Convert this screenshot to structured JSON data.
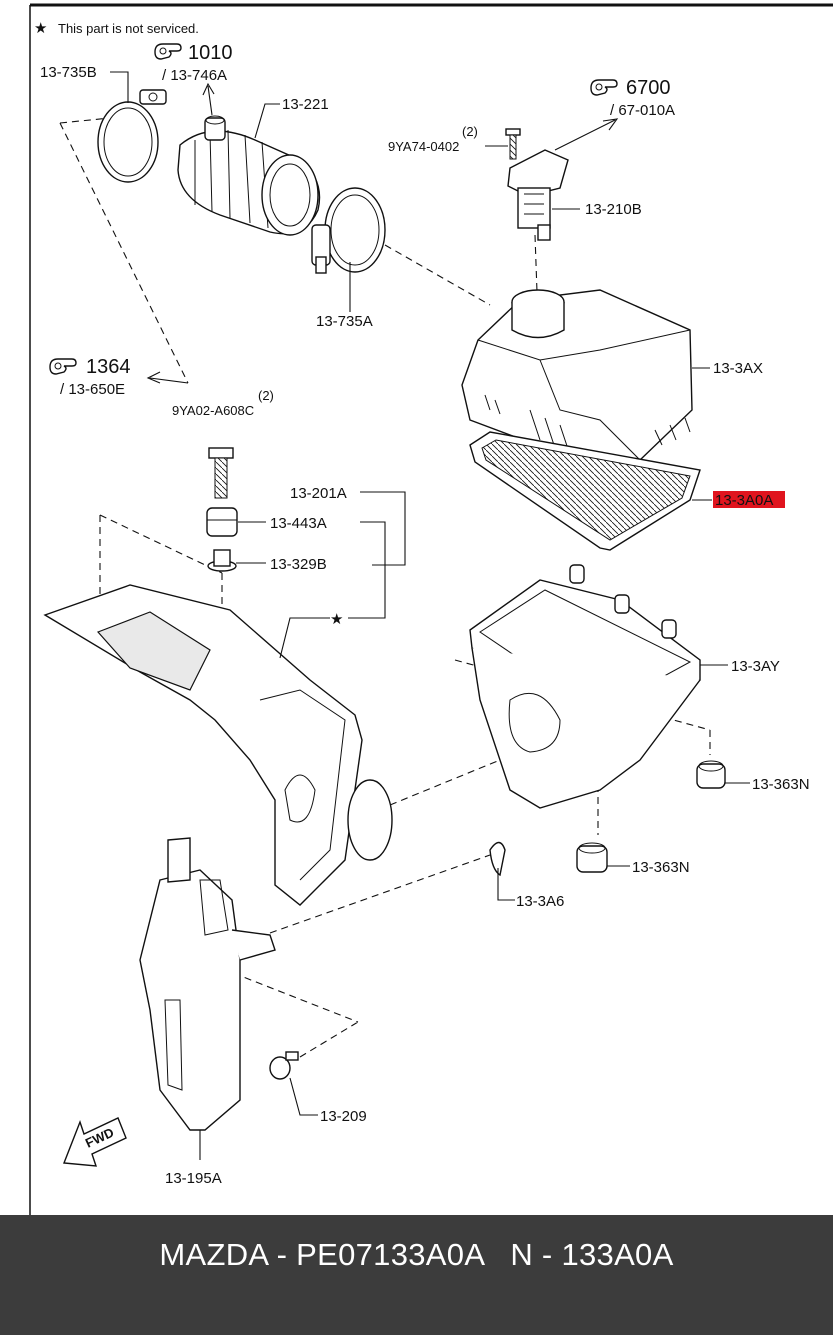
{
  "note": {
    "text": "This part is not serviced.",
    "star_symbol": "★"
  },
  "references": [
    {
      "id": "ref-1010",
      "number": "1010",
      "sub": "/ 13-746A"
    },
    {
      "id": "ref-6700",
      "number": "6700",
      "sub": "/ 67-010A"
    },
    {
      "id": "ref-1364",
      "number": "1364",
      "sub": "/ 13-650E"
    }
  ],
  "labels": {
    "p13_735B": "13-735B",
    "p13_221": "13-221",
    "p13_735A": "13-735A",
    "qty_2a": "(2)",
    "p9YA74": "9YA74-0402",
    "p13_210B": "13-210B",
    "p13_3AX": "13-3AX",
    "p13_3A0A": "13-3A0A",
    "qty_2b": "(2)",
    "p9YA02": "9YA02-A608C",
    "p13_201A": "13-201A",
    "p13_443A": "13-443A",
    "p13_329B": "13-329B",
    "p13_3AY": "13-3AY",
    "p13_363N_a": "13-363N",
    "p13_363N_b": "13-363N",
    "p13_3A6": "13-3A6",
    "p13_209": "13-209",
    "p13_195A": "13-195A",
    "fwd": "FWD"
  },
  "highlight": {
    "part": "13-3A0A",
    "color": "#e0141e"
  },
  "footer": {
    "text": "MAZDA - PE07133A0A   N - 133A0A",
    "background": "#3c3c3c",
    "color": "#ffffff"
  }
}
